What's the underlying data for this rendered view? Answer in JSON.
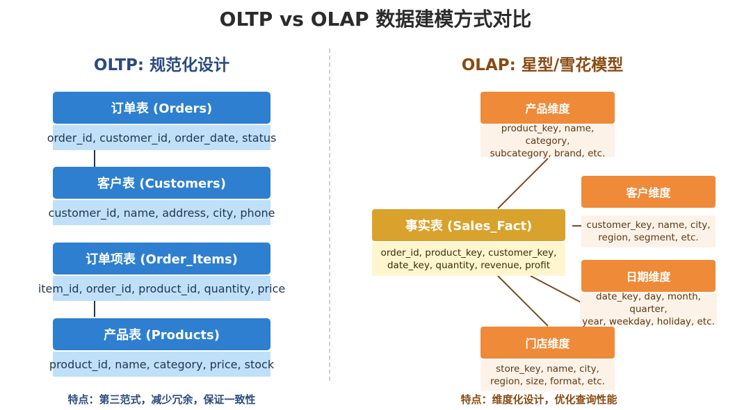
{
  "title": "OLTP vs OLAP 数据建模方式对比",
  "oltp": {
    "heading": "OLTP: 规范化设计",
    "tables": [
      {
        "name": "订单表 (Orders)",
        "fields": "order_id, customer_id, order_date, status"
      },
      {
        "name": "客户表 (Customers)",
        "fields": "customer_id, name, address, city, phone"
      },
      {
        "name": "订单项表 (Order_Items)",
        "fields": "item_id, order_id, product_id, quantity, price"
      },
      {
        "name": "产品表 (Products)",
        "fields": "product_id, name, category, price, stock"
      }
    ],
    "feature": "特点：第三范式，减少冗余，保证一致性"
  },
  "olap": {
    "heading": "OLAP: 星型/雪花模型",
    "fact": {
      "name": "事实表 (Sales_Fact)",
      "fields": "order_id, product_key, customer_key,\ndate_key, quantity, revenue, profit"
    },
    "dimensions": {
      "product": {
        "name": "产品维度",
        "fields": "product_key, name, category,\nsubcategory, brand, etc."
      },
      "customer": {
        "name": "客户维度",
        "fields": "customer_key, name, city,\nregion, segment, etc."
      },
      "date": {
        "name": "日期维度",
        "fields": "date_key, day, month, quarter,\nyear, weekday, holiday, etc."
      },
      "store": {
        "name": "门店维度",
        "fields": "store_key, name, city,\nregion, size, format, etc."
      }
    },
    "feature": "特点：维度化设计，优化查询性能"
  },
  "colors": {
    "oltp_header": "#2e7fcf",
    "oltp_body": "#bfe0f8",
    "fact_header": "#d9a22c",
    "fact_body": "#fff6cf",
    "dim_header": "#ef8a38",
    "dim_body": "#fdf2e8",
    "connector": "#7a4a1e"
  }
}
